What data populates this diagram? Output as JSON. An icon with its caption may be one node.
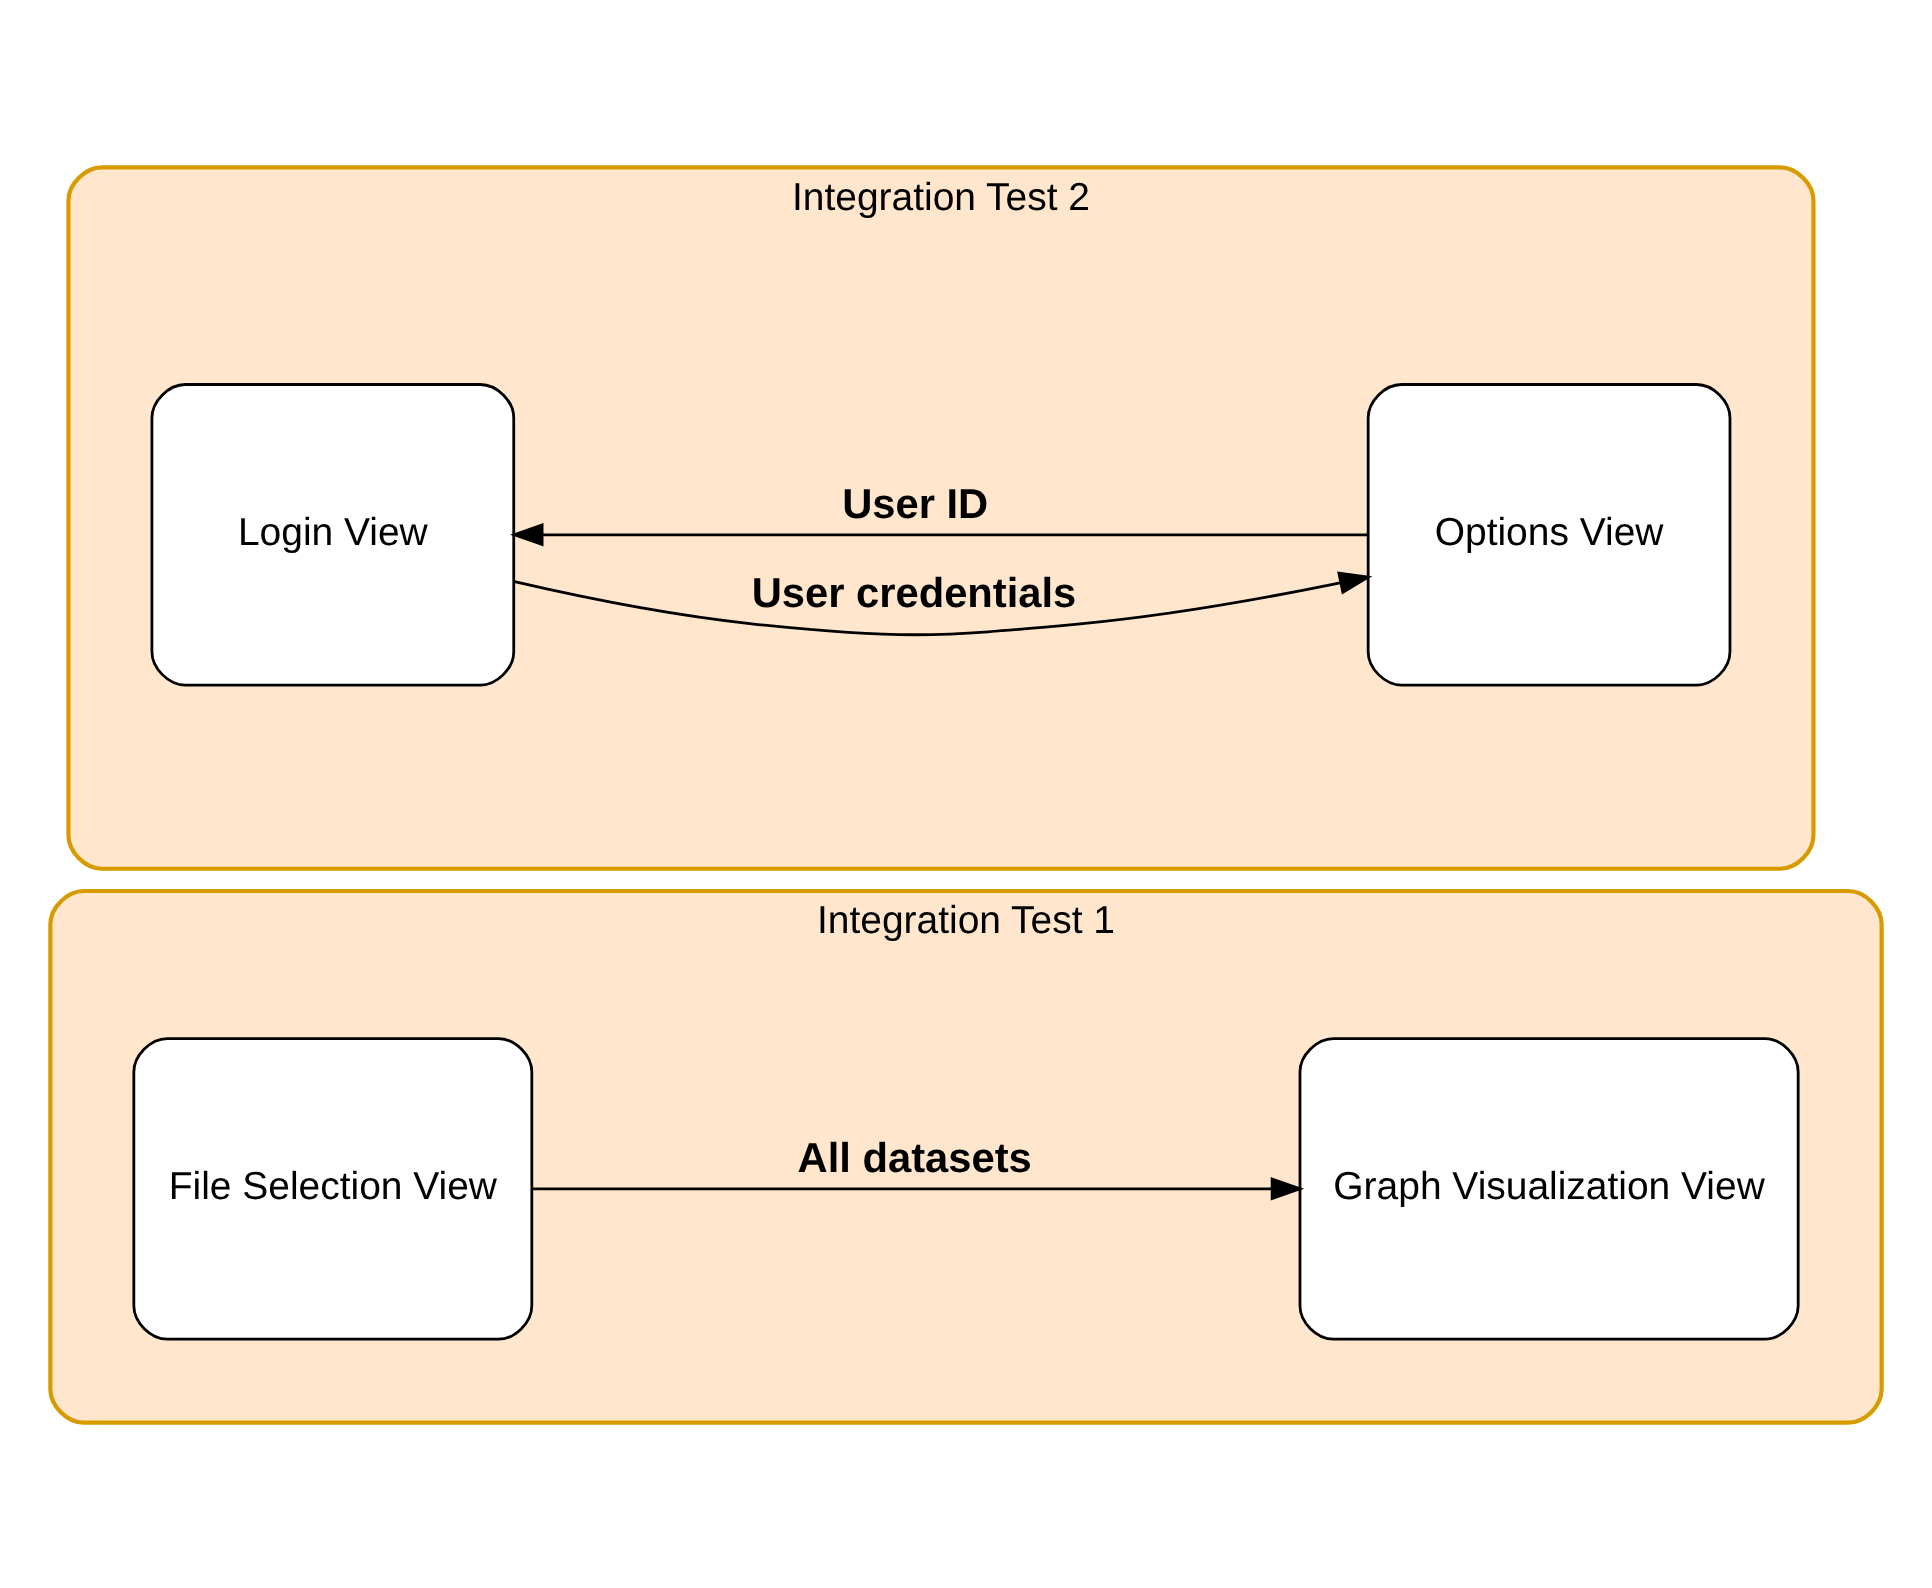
{
  "diagram": {
    "nodes": [
      {
        "text": [
          "Integration Test 1"
        ]
      },
      {
        "text": [
          "File Selection View"
        ],
        "in": 0
      },
      {
        "text": [
          "Graph Visualization View"
        ],
        "in": 0
      },
      {
        "text": [
          "Integration Test 2"
        ]
      },
      {
        "text": [
          "Login View"
        ],
        "in": 3
      },
      {
        "text": [
          "Options View"
        ],
        "in": 3
      }
    ],
    "edges": [
      {
        "from": 1,
        "to": 2,
        "arrow": "to",
        "label": "All datasets"
      },
      {
        "from": 4,
        "to": 5,
        "arrow": "to",
        "label": "User credentials"
      },
      {
        "from": 5,
        "to": 4,
        "arrow": "to",
        "label": "User ID"
      }
    ]
  }
}
